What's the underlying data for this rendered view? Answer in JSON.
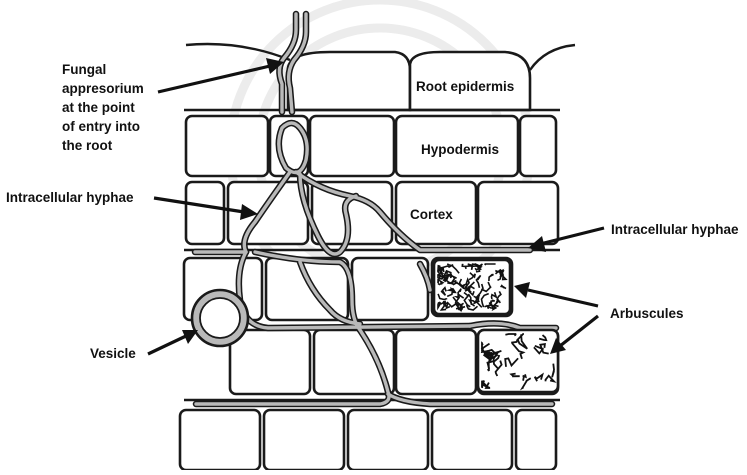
{
  "labels": {
    "appressorium_line1": "Fungal",
    "appressorium_line2": "appresorium",
    "appressorium_line3": "at the point",
    "appressorium_line4": "of entry into",
    "appressorium_line5": "the root",
    "intracellular_left": "Intracellular hyphae",
    "intracellular_right": "Intracellular hyphae",
    "vesicle": "Vesicle",
    "arbuscules": "Arbuscules",
    "root_epidermis": "Root epidermis",
    "hypodermis": "Hypodermis",
    "cortex": "Cortex"
  },
  "colors": {
    "outline": "#1a1a1a",
    "hypha_fill": "#b9b9b9",
    "watermark": "#ececec"
  }
}
